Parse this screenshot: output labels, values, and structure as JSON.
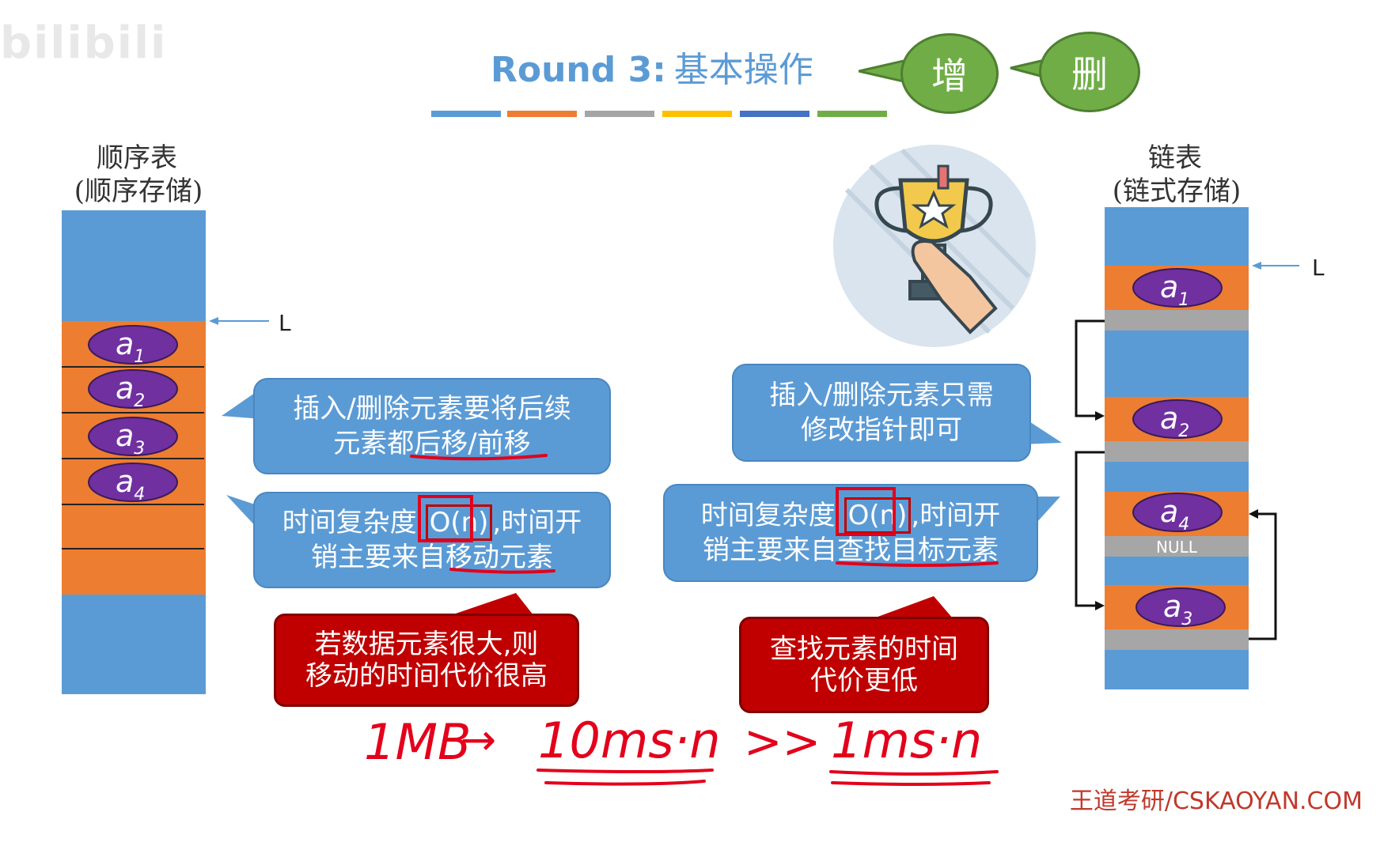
{
  "watermark_logo": "bilibili",
  "title": {
    "prefix": "Round 3:",
    "main": "基本操作"
  },
  "bubbles": {
    "add": "增",
    "delete": "删"
  },
  "stripe_colors": [
    "#5b9bd5",
    "#ed7d31",
    "#a5a5a5",
    "#ffc000",
    "#4472c4",
    "#70ad47"
  ],
  "sequential": {
    "title": "顺序表",
    "subtitle": "(顺序存储)",
    "pointer_label": "L",
    "elements": [
      "a",
      "a",
      "a",
      "a"
    ],
    "subscripts": [
      "1",
      "2",
      "3",
      "4"
    ],
    "colors": {
      "block": "#5b9bd5",
      "filled": "#ed7d31",
      "oval": "#7030a0"
    }
  },
  "linked": {
    "title": "链表",
    "subtitle": "(链式存储)",
    "pointer_label": "L",
    "nodes": [
      {
        "letter": "a",
        "sub": "1"
      },
      {
        "letter": "a",
        "sub": "2"
      },
      {
        "letter": "a",
        "sub": "4"
      },
      {
        "letter": "a",
        "sub": "3"
      }
    ],
    "null_label": "NULL",
    "colors": {
      "pointer_field": "#a6a6a6"
    }
  },
  "notes": {
    "seq_move": {
      "line1": "插入/删除元素要将后续",
      "line2": "元素都后移/前移"
    },
    "seq_time": {
      "prefix": "时间复杂度 ",
      "complexity": "O(n)",
      "suffix": ",时间开",
      "line2": "销主要来自移动元素"
    },
    "link_modify": {
      "line1": "插入/删除元素只需",
      "line2": "修改指针即可"
    },
    "link_time": {
      "prefix": "时间复杂度 ",
      "complexity": "O(n)",
      "suffix": ",时间开",
      "line2": "销主要来自查找目标元素"
    },
    "seq_red": {
      "line1": "若数据元素很大,则",
      "line2": "移动的时间代价很高"
    },
    "link_red": {
      "line1": "查找元素的时间",
      "line2": "代价更低"
    }
  },
  "handwriting": {
    "left": "1MB",
    "mid": "10ms·n",
    "cmp": ">>",
    "right": "1ms·n"
  },
  "footer": "王道考研/CSKAOYAN.COM"
}
